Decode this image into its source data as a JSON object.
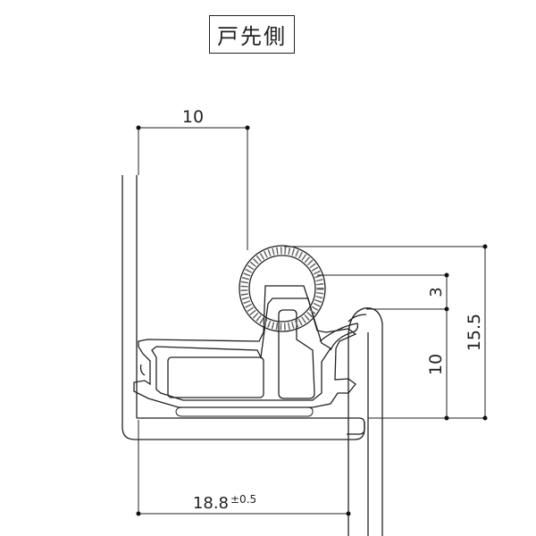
{
  "title": "戸先側",
  "dimensions": {
    "top_width": "10",
    "gap": "3",
    "height_small": "10",
    "height_total": "15.5",
    "bottom_width": "18.8",
    "bottom_tolerance": "±0.5"
  }
}
